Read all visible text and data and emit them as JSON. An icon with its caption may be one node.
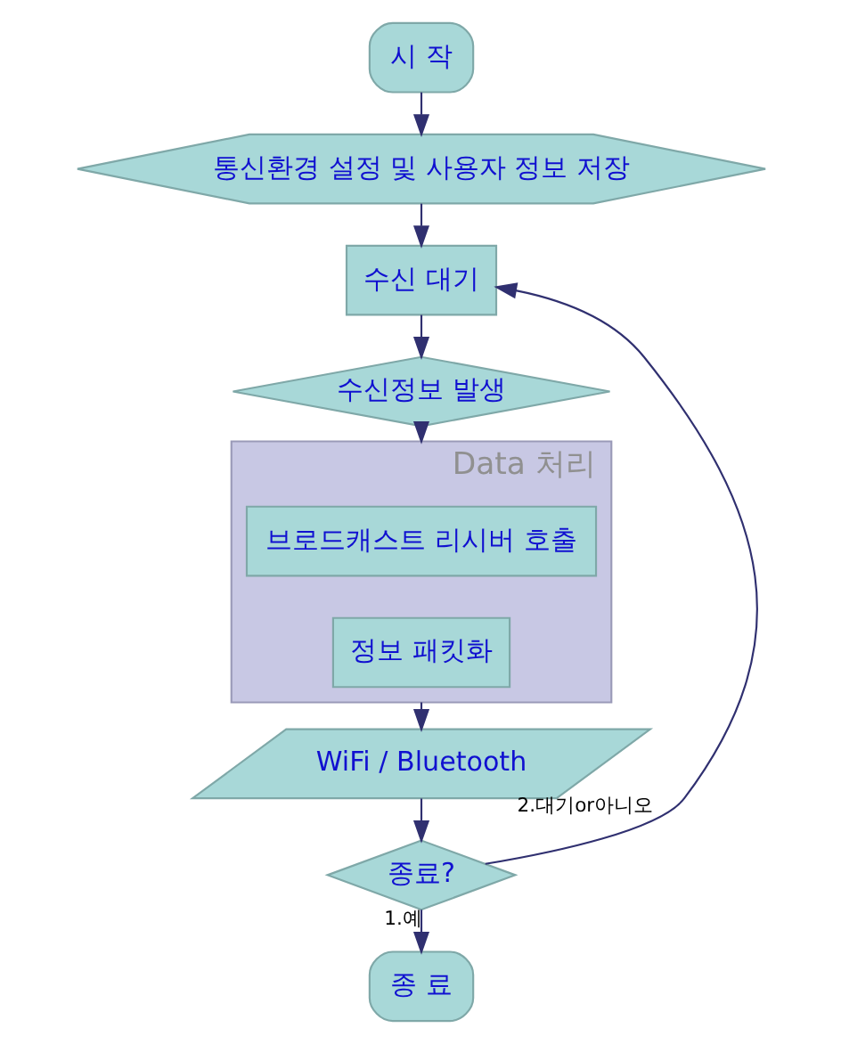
{
  "diagram": {
    "nodes": [
      {
        "text": [
          "시 작"
        ]
      },
      {
        "text": [
          "통신환경 설정 및 사용자 정보 저장"
        ]
      },
      {
        "text": [
          "수신 대기"
        ]
      },
      {
        "text": [
          "수신정보 발생"
        ]
      },
      {
        "text": [
          "Data 처리"
        ]
      },
      {
        "text": [
          "브로드캐스트 리시버 호출"
        ],
        "in": 4
      },
      {
        "text": [
          "정보 패킷화"
        ],
        "in": 4
      },
      {
        "text": [
          "WiFi / Bluetooth"
        ]
      },
      {
        "text": [
          "종료?"
        ]
      },
      {
        "text": [
          "종 료"
        ]
      }
    ],
    "edges": [
      {
        "from": 0,
        "to": 1,
        "arrow": "to"
      },
      {
        "from": 1,
        "to": 2,
        "arrow": "to"
      },
      {
        "from": 2,
        "to": 3,
        "arrow": "to"
      },
      {
        "from": 3,
        "to": 4,
        "arrow": "to"
      },
      {
        "from": 4,
        "to": 7,
        "arrow": "to"
      },
      {
        "from": 7,
        "to": 8,
        "arrow": "to"
      },
      {
        "from": 8,
        "to": 9,
        "arrow": "to",
        "label": "1.예"
      },
      {
        "from": 8,
        "to": 2,
        "arrow": "to",
        "label": "2.대기or아니오"
      }
    ]
  }
}
